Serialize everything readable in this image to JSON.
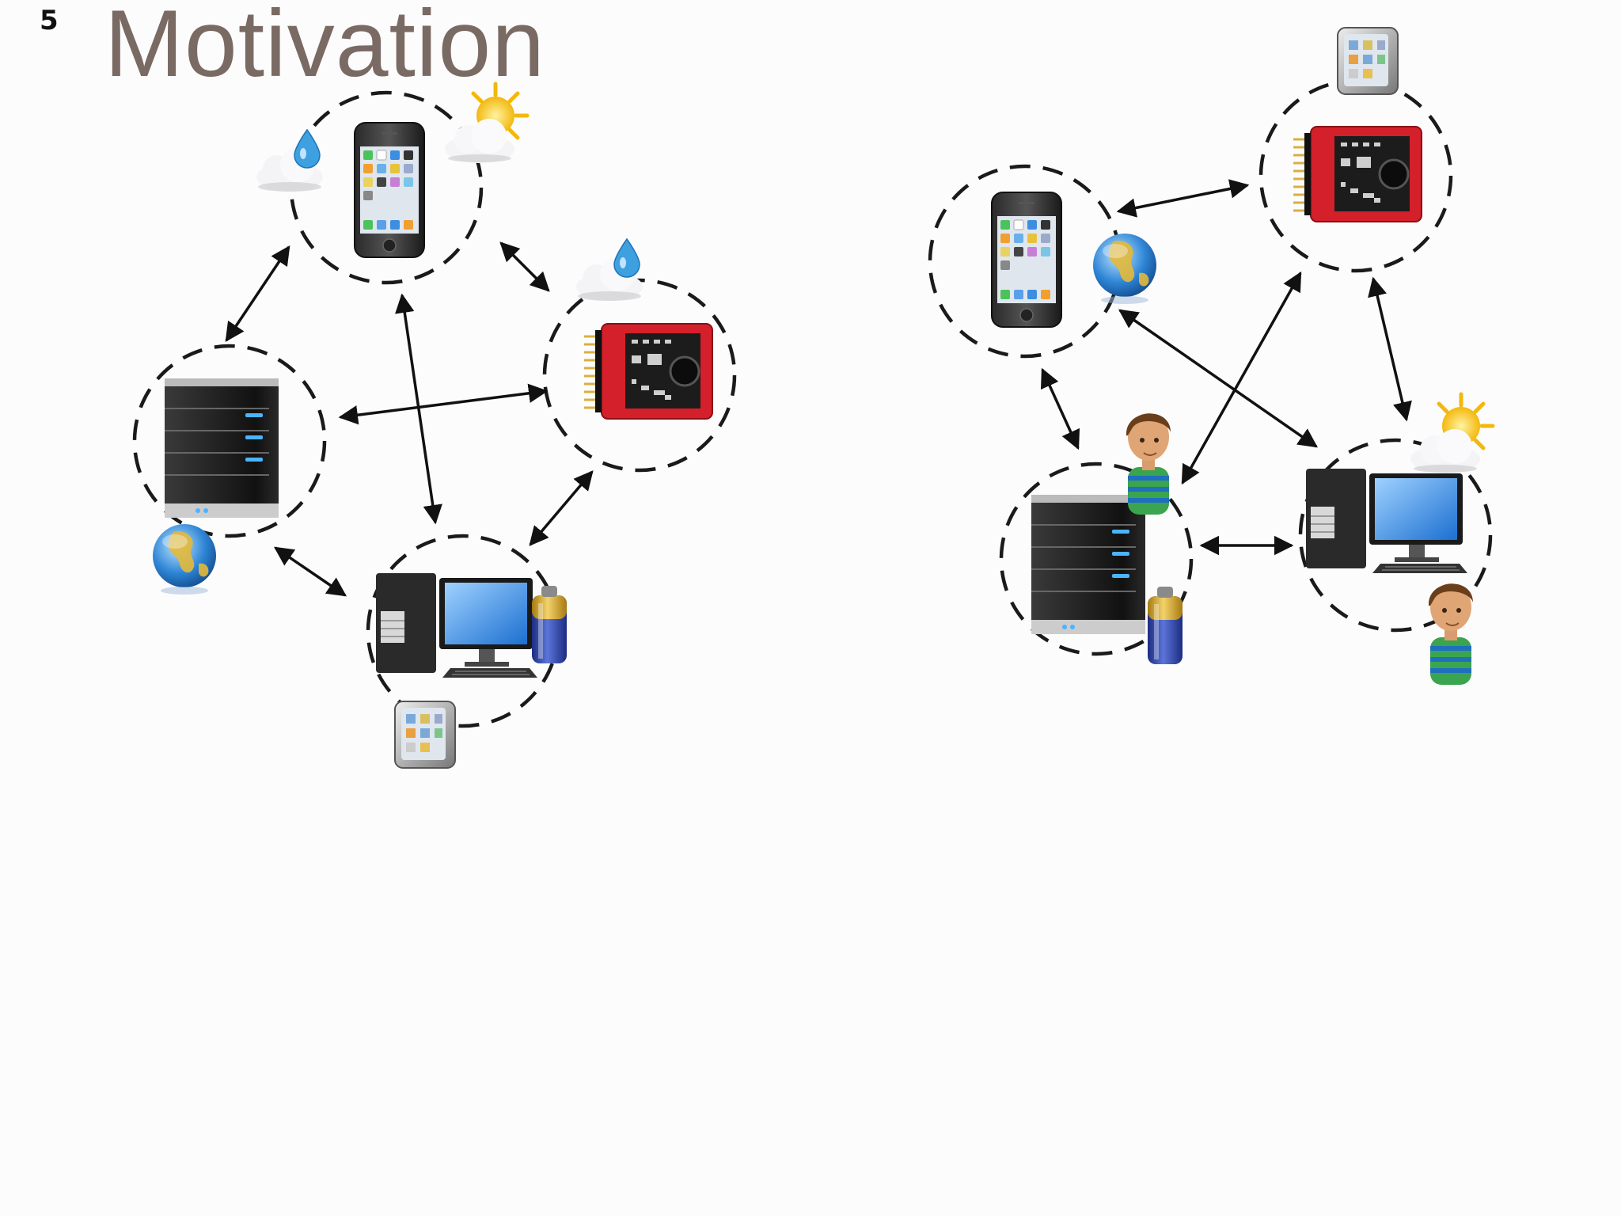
{
  "slide": {
    "number": "5",
    "title": "Motivation"
  },
  "colors": {
    "title": "#7a6a64",
    "background": "#fdfcfd",
    "dashed_circle": "#1a1a1a",
    "arrow": "#111111",
    "board_red": "#d4202a",
    "earth_blue": "#2f86d6",
    "battery_blue": "#2a3f9a",
    "battery_gold": "#d6a028",
    "shirt_green": "#3aa44e",
    "sun_yellow": "#f3c829"
  },
  "diagrams": [
    {
      "name": "left-network",
      "nodes": [
        {
          "device": "smartphone",
          "badges": [
            "rain-cloud",
            "sun-cloud"
          ]
        },
        {
          "device": "sensor-board",
          "badges": [
            "rain-cloud"
          ]
        },
        {
          "device": "server",
          "badges": [
            "globe"
          ]
        },
        {
          "device": "desktop-pc",
          "badges": [
            "battery",
            "tablet"
          ]
        }
      ],
      "links": [
        "phone-server",
        "phone-board",
        "phone-pc",
        "server-board",
        "server-pc",
        "board-pc"
      ]
    },
    {
      "name": "right-network",
      "nodes": [
        {
          "device": "smartphone",
          "badges": [
            "globe"
          ]
        },
        {
          "device": "sensor-board",
          "badges": [
            "tablet"
          ]
        },
        {
          "device": "server",
          "badges": [
            "person",
            "battery"
          ]
        },
        {
          "device": "desktop-pc",
          "badges": [
            "sun-cloud",
            "person"
          ]
        }
      ],
      "links": [
        "phone-board",
        "phone-server",
        "phone-pc",
        "board-server",
        "board-pc",
        "server-pc"
      ]
    }
  ]
}
